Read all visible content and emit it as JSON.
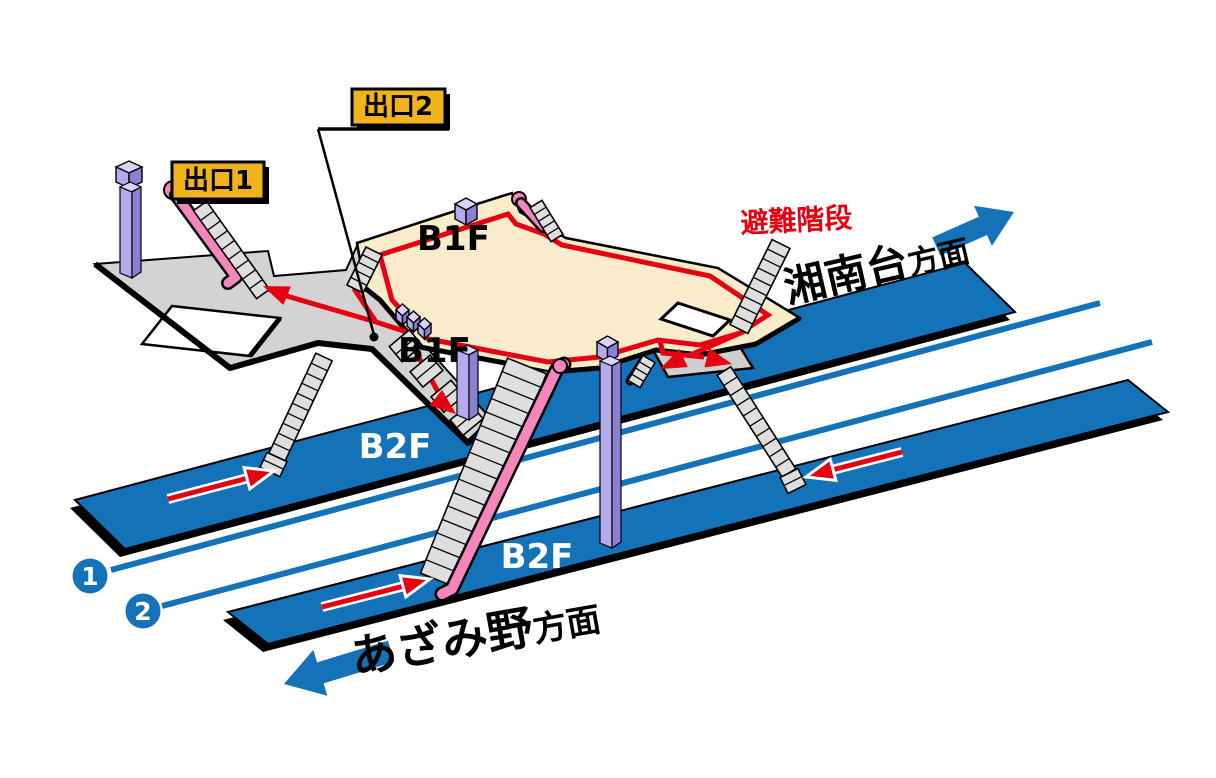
{
  "diagram": {
    "type": "station-evacuation-route-map",
    "labels": {
      "exit1": "出口1",
      "exit2": "出口2",
      "evacuation_stairs": "避難階段",
      "concourse_floor": "B1F",
      "mezzanine_floor": "B1F",
      "platform1_floor": "B2F",
      "platform2_floor": "B2F",
      "direction_east": "湘南台",
      "direction_east_suffix": "方面",
      "direction_west": "あざみ野",
      "direction_west_suffix": "方面",
      "platform1_number": "1",
      "platform2_number": "2"
    },
    "colors": {
      "platform_blue": "#1372b8",
      "route_red": "#e60012",
      "concourse_cream": "#faecca",
      "walkway_grey": "#d3d3d3",
      "stair_grey": "#dedede",
      "exit_label_yellow": "#f1b31c",
      "escalator_pink": "#f685bb",
      "pillar_purple": "#b4abec"
    }
  }
}
